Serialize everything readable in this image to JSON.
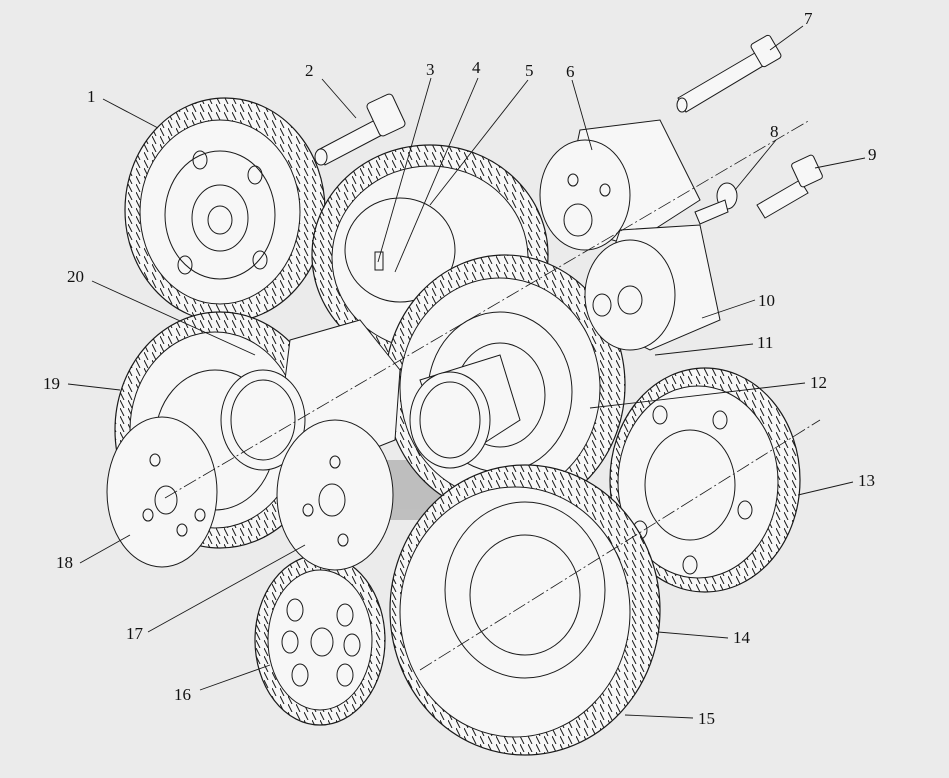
{
  "figure": {
    "parts": [
      {
        "num": "1"
      },
      {
        "num": "2"
      },
      {
        "num": "3"
      },
      {
        "num": "4"
      },
      {
        "num": "5"
      },
      {
        "num": "6"
      },
      {
        "num": "7"
      },
      {
        "num": "8"
      },
      {
        "num": "9"
      },
      {
        "num": "10"
      },
      {
        "num": "11"
      },
      {
        "num": "12"
      },
      {
        "num": "13"
      },
      {
        "num": "14"
      },
      {
        "num": "15"
      },
      {
        "num": "16"
      },
      {
        "num": "17"
      },
      {
        "num": "18"
      },
      {
        "num": "19"
      },
      {
        "num": "20"
      }
    ],
    "colors": {
      "background": "#ebebeb",
      "line": "#1a1a1a",
      "part_fill": "#f7f7f7",
      "watermark": "#9a9a9a"
    }
  }
}
